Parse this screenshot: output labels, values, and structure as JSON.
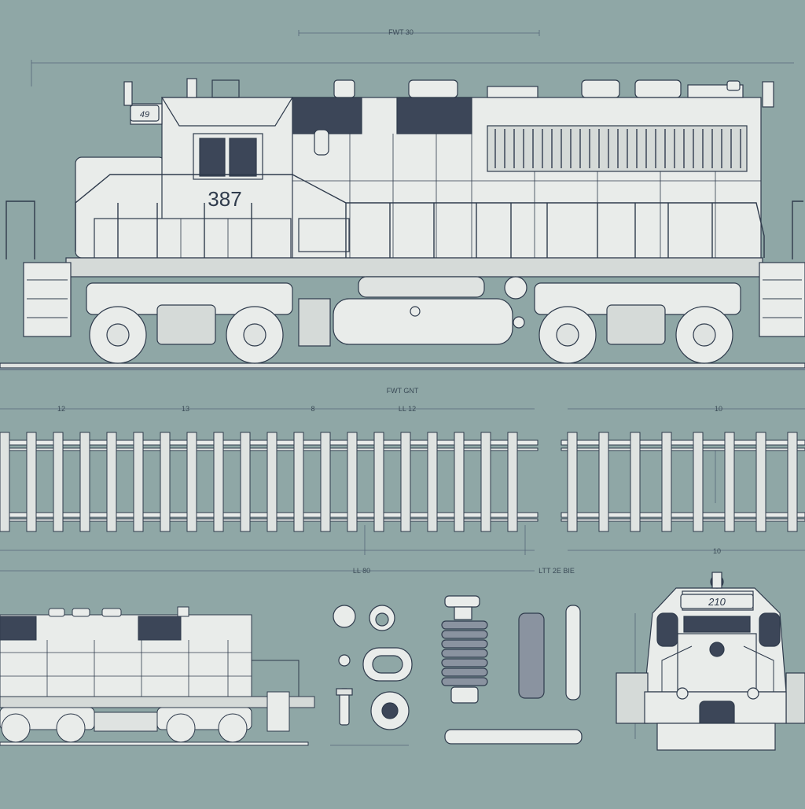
{
  "colors": {
    "background": "#8fa7a6",
    "ink": "#2f3b4c",
    "body_fill": "#e9ecea",
    "dark_panel": "#3c4658",
    "dim_line": "#56677a"
  },
  "locomotive": {
    "road_number": "387",
    "cab_plate": "49",
    "front_plate": "210"
  },
  "labels": {
    "top_dimension": "FWT 30",
    "track_title": "FWT GNT",
    "track_dim_left": "12",
    "track_dim_mid1": "13",
    "track_dim_mid2": "8",
    "track_dim_center": "LL 12",
    "track_dim_right": "10",
    "side_dim_right": "10",
    "parts_dim_left": "LL 80",
    "parts_dim_right": "LTT 2E BIE"
  },
  "icons": [
    "locomotive-side-view",
    "track-section",
    "small-locomotive",
    "parts-set",
    "locomotive-front-view"
  ]
}
